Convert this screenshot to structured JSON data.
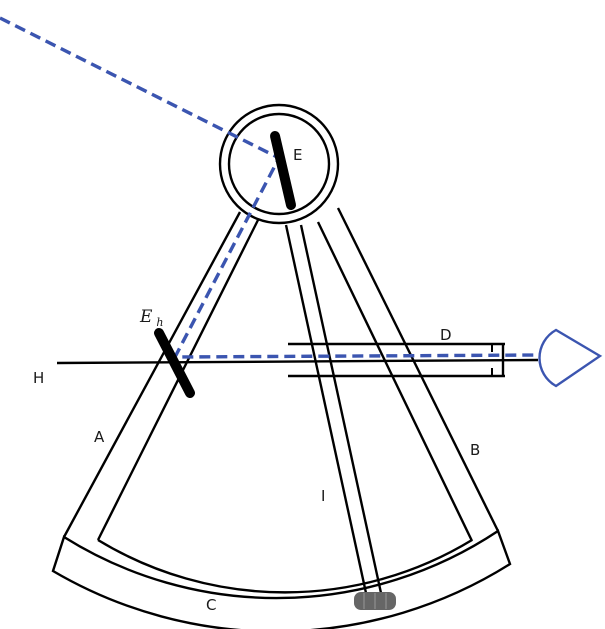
{
  "labels": {
    "E": "E",
    "Eh_main": "E",
    "Eh_sub": "h",
    "D": "D",
    "H": "H",
    "A": "A",
    "B": "B",
    "I": "I",
    "C": "C"
  },
  "colors": {
    "ink": "#000000",
    "light_ray": "#3b55b0",
    "eye": "#3b55b0",
    "vernier": "#666666"
  },
  "icons": {
    "eye": "eye-icon"
  }
}
